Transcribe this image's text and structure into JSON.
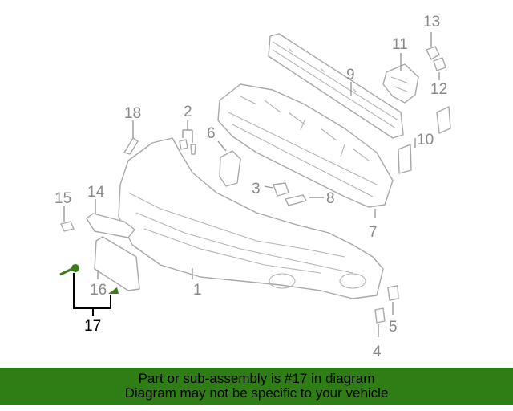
{
  "callouts": {
    "c1": "1",
    "c2": "2",
    "c3": "3",
    "c4": "4",
    "c5": "5",
    "c6": "6",
    "c7": "7",
    "c8": "8",
    "c9": "9",
    "c10": "10",
    "c11": "11",
    "c12": "12",
    "c13": "13",
    "c14": "14",
    "c15": "15",
    "c16": "16",
    "c17": "17",
    "c18": "18"
  },
  "highlight": {
    "part_number": "17",
    "color": "#3c7a1a"
  },
  "banner": {
    "line1": "Part or sub-assembly is #17 in diagram",
    "line2": "Diagram may not be specific to your vehicle",
    "background": "#2f7d15"
  }
}
